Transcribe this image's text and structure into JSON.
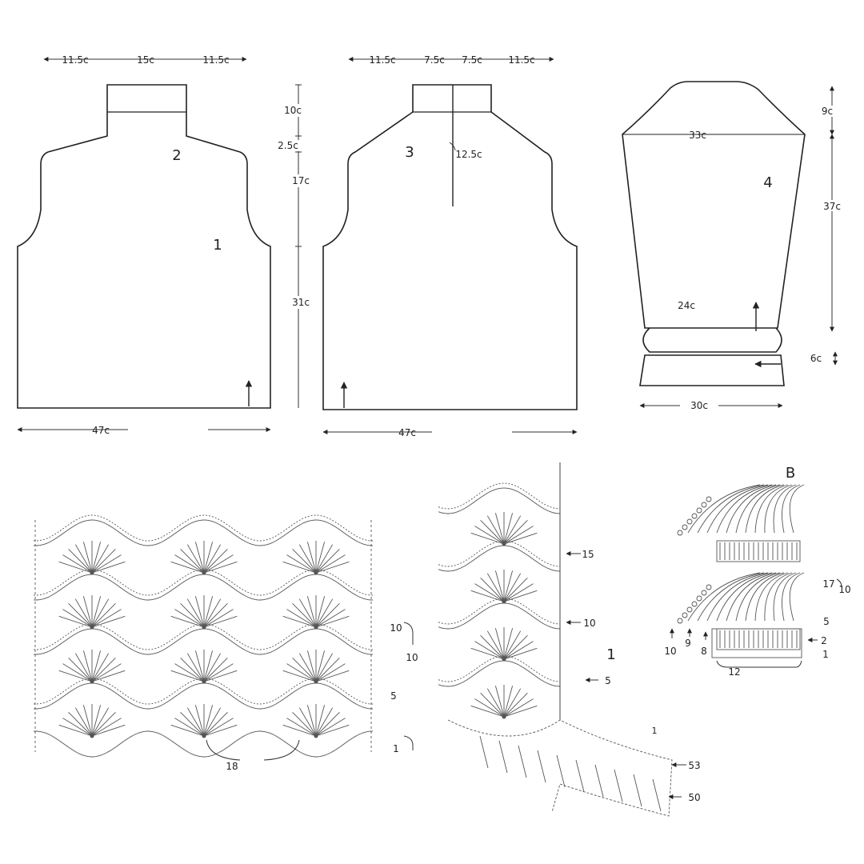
{
  "pieces": {
    "front": {
      "number": "1",
      "top_widths": [
        "11.5c",
        "15c",
        "11.5c"
      ],
      "width": "47c",
      "collar_height": "10c",
      "neck_drop": "2.5c",
      "armhole_height": "17c",
      "body_length": "31c",
      "label_2": "2"
    },
    "back": {
      "number": "3",
      "top_widths": [
        "11.5c",
        "7.5c",
        "7.5c",
        "11.5c"
      ],
      "width": "47c",
      "placket": "12.5c"
    },
    "sleeve": {
      "number": "4",
      "cap_height": "9c",
      "upper_width": "33c",
      "sleeve_length": "37c",
      "cuff_join_width": "24c",
      "cuff_height": "6c",
      "cuff_width": "30c"
    }
  },
  "chart_main": {
    "repeat": "18",
    "row_marks": [
      "10",
      "10",
      "5",
      "1"
    ],
    "row_10_label": "10"
  },
  "chart_1": {
    "title": "1",
    "row_marks": [
      "15",
      "10",
      "5",
      "1",
      "53",
      "50"
    ]
  },
  "chart_B": {
    "title": "B",
    "row_marks": [
      "17",
      "10",
      "5",
      "2",
      "1"
    ],
    "bottom_marks": [
      "10",
      "9",
      "8"
    ],
    "width_label": "12"
  }
}
